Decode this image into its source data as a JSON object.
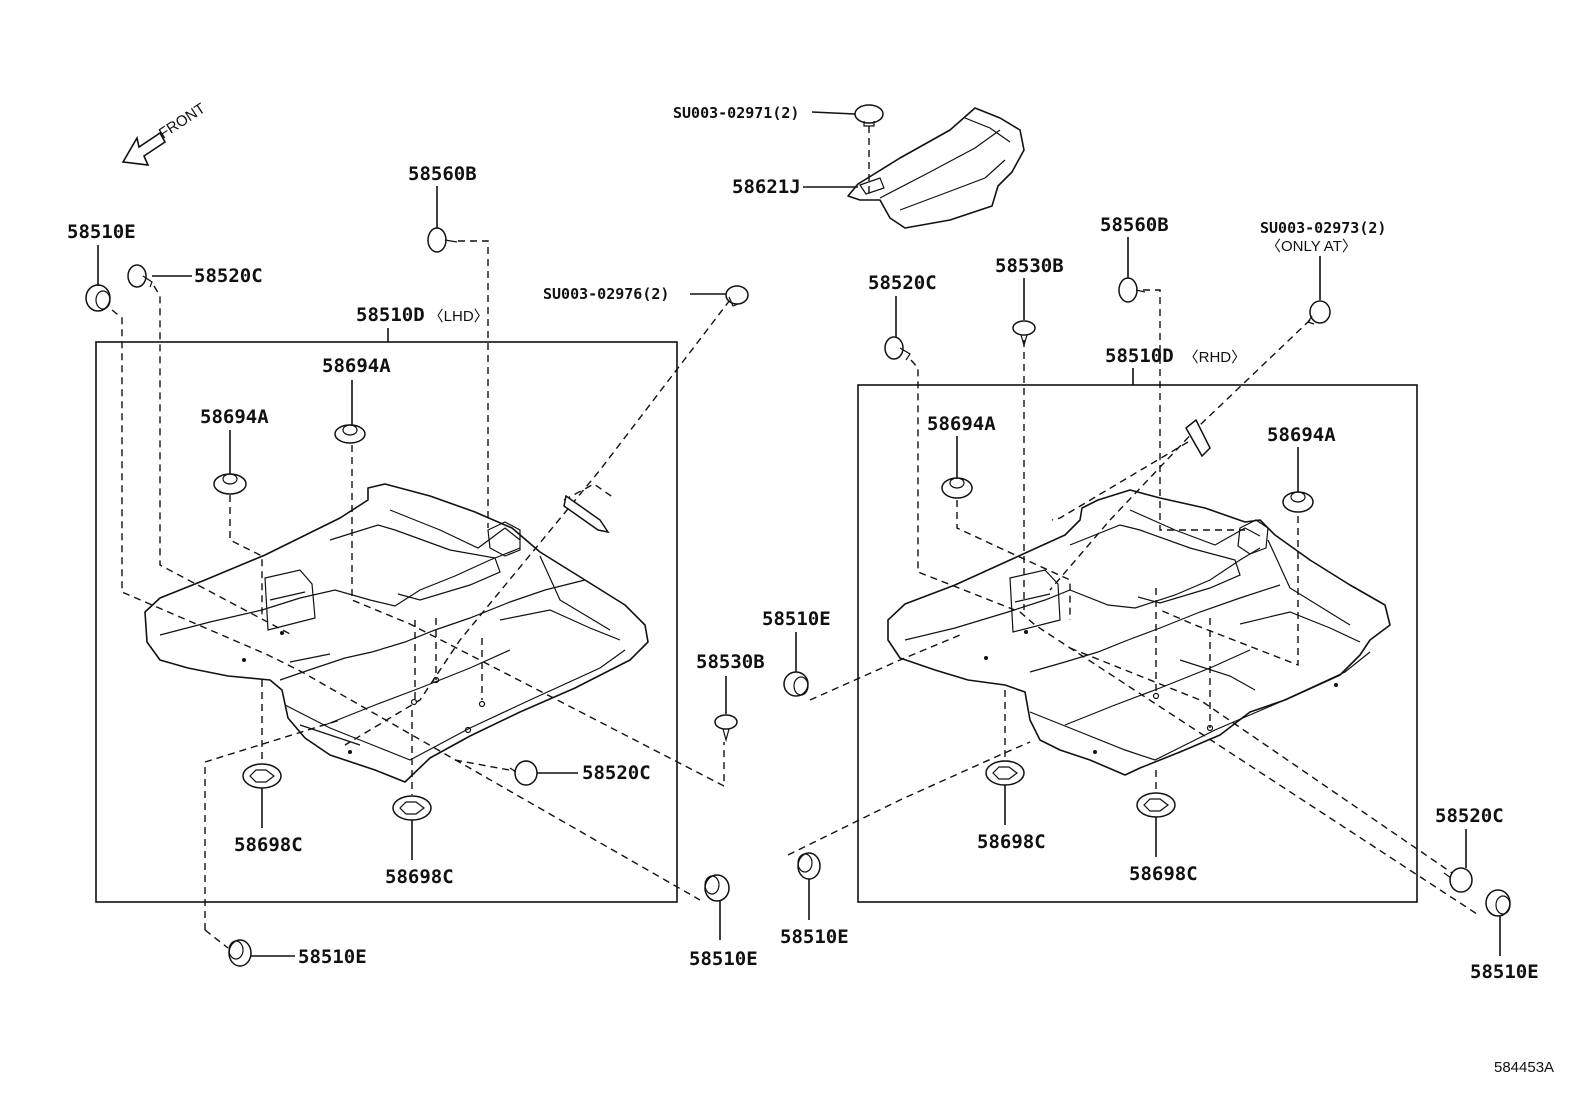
{
  "diagram": {
    "front_label": "FRONT",
    "drawing_code": "584453A",
    "left_group": {
      "main_label": "58510D",
      "main_qualifier": "〈LHD〉",
      "labels": {
        "e_top": "58510E",
        "c_top": "58520C",
        "b_top": "58560B",
        "su": "SU003-02976(2)",
        "a_top": "58694A",
        "a_left": "58694A",
        "b_right": "58530B",
        "c_right": "58520C",
        "dc_left": "58698C",
        "dc_mid": "58698C",
        "e_bottom": "58510E",
        "e_right": "58510E"
      }
    },
    "right_group": {
      "main_label": "58510D",
      "main_qualifier": "〈RHD〉",
      "labels": {
        "su_top": "SU003-02971(2)",
        "j": "58621J",
        "b_top": "58560B",
        "su_right": "SU003-02973(2)",
        "su_right_note": "〈ONLY AT〉",
        "c_top": "58520C",
        "b_mid": "58530B",
        "a_left": "58694A",
        "a_right": "58694A",
        "e_left": "58510E",
        "dc_left": "58698C",
        "dc_right": "58698C",
        "e_bottom": "58510E",
        "c_right": "58520C",
        "e_right": "58510E"
      }
    }
  }
}
